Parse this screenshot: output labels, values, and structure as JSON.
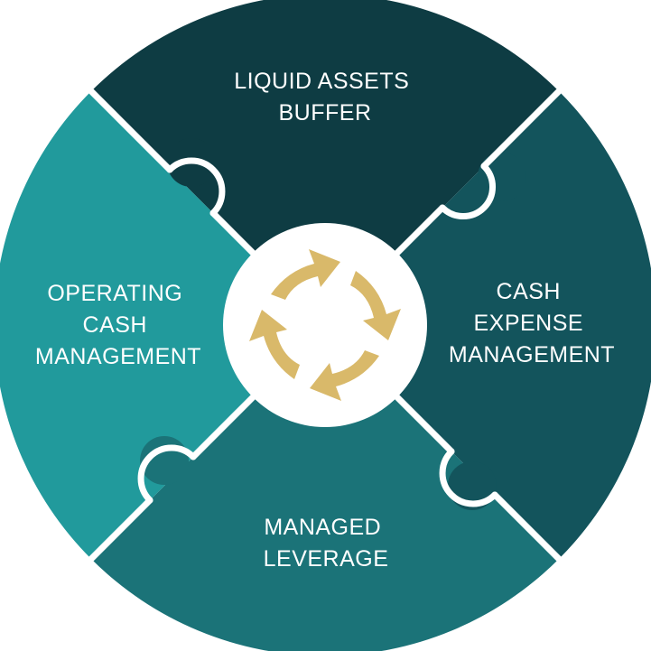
{
  "diagram": {
    "segments": [
      {
        "id": "top",
        "lines": [
          "LIQUID ASSETS",
          "BUFFER"
        ],
        "color": "#0e3c43"
      },
      {
        "id": "right",
        "lines": [
          "CASH",
          "EXPENSE",
          "MANAGEMENT"
        ],
        "color": "#13545c"
      },
      {
        "id": "bottom",
        "lines": [
          "MANAGED",
          "LEVERAGE"
        ],
        "color": "#1b7378"
      },
      {
        "id": "left",
        "lines": [
          "OPERATING",
          "CASH",
          "MANAGEMENT"
        ],
        "color": "#219a9c"
      }
    ],
    "center": {
      "background": "#ffffff",
      "icon": "cycle-arrows-icon",
      "icon_color": "#d9b96a"
    },
    "separator_color": "#ffffff"
  }
}
